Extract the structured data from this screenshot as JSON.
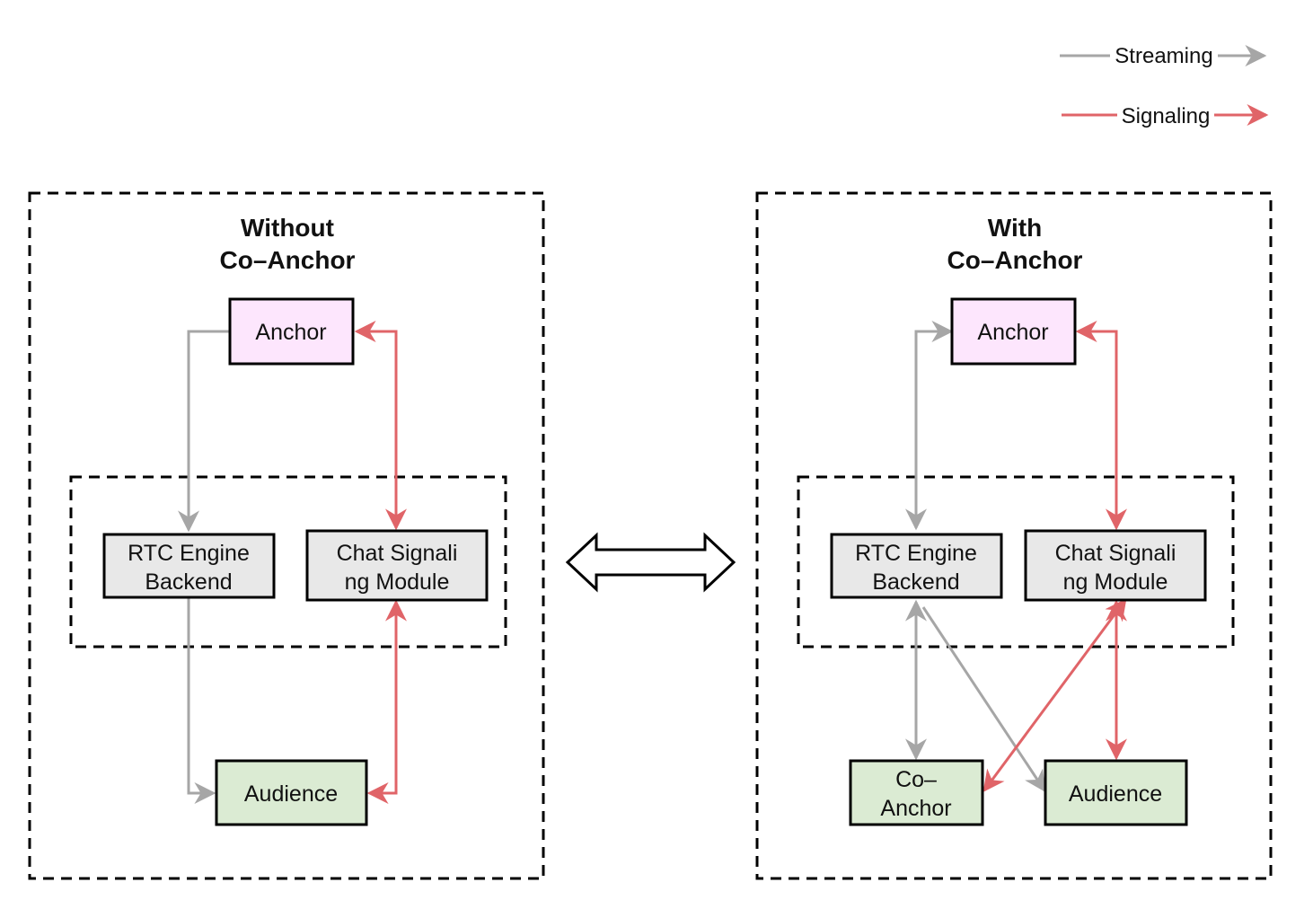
{
  "legend": {
    "streaming": "Streaming",
    "signaling": "Signaling"
  },
  "colors": {
    "streaming": "#a6a6a6",
    "signaling": "#e06468",
    "anchor_fill": "#fde6fd",
    "module_fill": "#e8e8e8",
    "audience_fill": "#dbebd3"
  },
  "left_panel": {
    "title_line1": "Without",
    "title_line2": "Co–Anchor",
    "anchor": "Anchor",
    "rtc_line1": "RTC Engine",
    "rtc_line2": "Backend",
    "chat_line1": "Chat Signali",
    "chat_line2": "ng Module",
    "audience": "Audience"
  },
  "right_panel": {
    "title_line1": "With",
    "title_line2": "Co–Anchor",
    "anchor": "Anchor",
    "rtc_line1": "RTC Engine",
    "rtc_line2": "Backend",
    "chat_line1": "Chat Signali",
    "chat_line2": "ng Module",
    "coanchor_line1": "Co–",
    "coanchor_line2": "Anchor",
    "audience": "Audience"
  },
  "transition_icon": "double-headed-arrow-icon"
}
